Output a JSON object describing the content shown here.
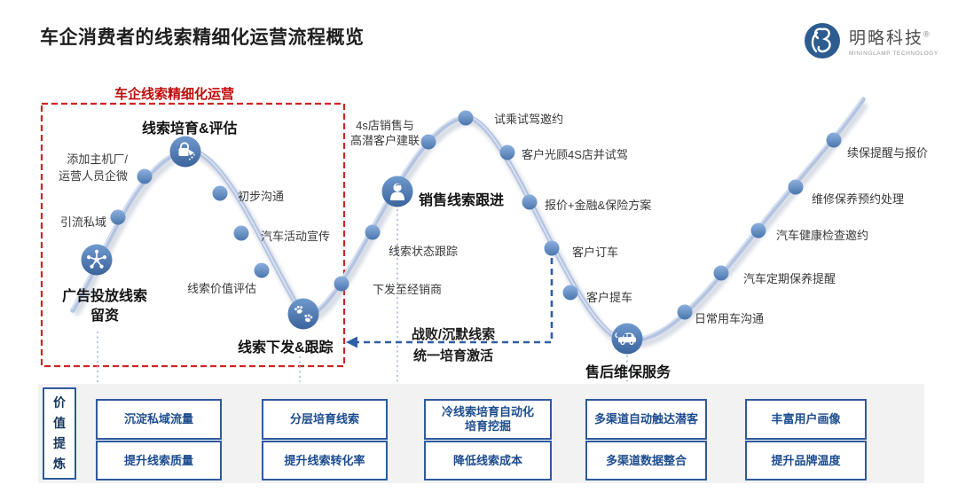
{
  "header": {
    "title": "车企消费者的线索精细化运营流程概览",
    "logo": {
      "company": "明略科技",
      "reg": "®",
      "subtitle": "MININGLAMP TECHNOLOGY"
    }
  },
  "diagram": {
    "region_label": "车企线索精细化运营",
    "stage_titles": {
      "ad": [
        "广告投放线索",
        "留资"
      ],
      "nurture": "线索培育&评估",
      "dispatch": "线索下发&跟踪",
      "sales": "销售线索跟进",
      "aftersales": "售后维保服务"
    },
    "icons": {
      "ad": "broadcast-icon",
      "nurture": "watering-can-icon",
      "dispatch": "paw-prints-icon",
      "sales": "person-icon",
      "aftersales": "car-icon"
    },
    "loop_note": [
      "战败/沉默线索",
      "统一培育激活"
    ],
    "steps": {
      "add_oem": [
        "添加主机厂/",
        "运营人员企微"
      ],
      "private_traffic": "引流私域",
      "initial_comm": "初步沟通",
      "event_promo": "汽车活动宣传",
      "lead_value": "线索价值评估",
      "store_connect": [
        "4s店销售与",
        "高潜客户建联"
      ],
      "lead_status": "线索状态跟踪",
      "to_dealer": "下发至经销商",
      "test_drive_invite": "试乘试驾邀约",
      "visit_4s": "客户光顾4S店并试驾",
      "quote_finance": "报价+金融&保险方案",
      "order": "客户订车",
      "delivery": "客户提车",
      "daily_comm": "日常用车沟通",
      "maintain_remind": "汽车定期保养提醒",
      "health_check": "汽车健康检查邀约",
      "repair_appoint": "维修保养预约处理",
      "renewal": "续保提醒与报价"
    },
    "colors": {
      "accent_red": "#d02423",
      "dashed_blue": "#2e5ea6",
      "curve": "#b4c4e1",
      "node_blue": "#4f7cba",
      "box_border": "#2f5a9e",
      "box_text": "#1d4c8f"
    }
  },
  "value_band": {
    "label": "价值提炼",
    "columns": [
      {
        "top": "沉淀私域流量",
        "bottom": "提升线索质量"
      },
      {
        "top": "分层培育线索",
        "bottom": "提升线索转化率"
      },
      {
        "top_lines": [
          "冷线索培育自动化",
          "培育挖掘"
        ],
        "bottom": "降低线索成本"
      },
      {
        "top": "多渠道自动触达潜客",
        "bottom": "多渠道数据整合"
      },
      {
        "top": "丰富用户画像",
        "bottom": "提升品牌温度"
      }
    ]
  }
}
